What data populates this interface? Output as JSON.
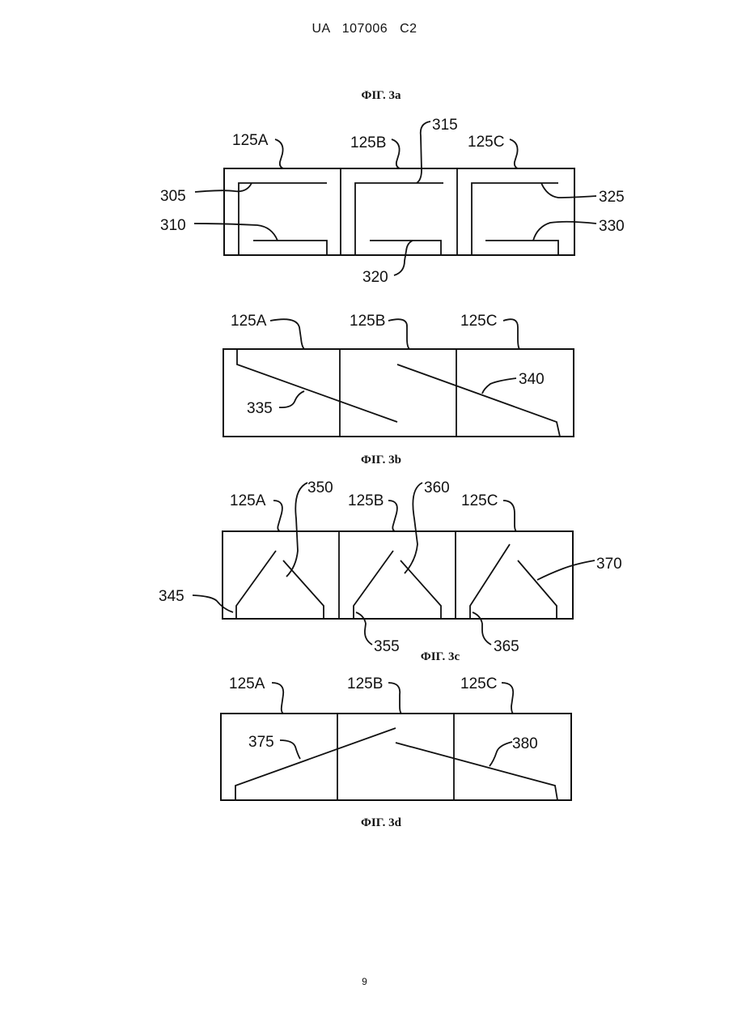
{
  "header": "UA 107006 C2",
  "page_number": "9",
  "figures": {
    "f3a": {
      "caption": "ФІГ. 3a",
      "labels": [
        "125A",
        "125B",
        "125C",
        "315",
        "305",
        "310",
        "325",
        "330",
        "320"
      ]
    },
    "f3b": {
      "caption": "ФІГ. 3b",
      "labels": [
        "125A",
        "125B",
        "125C",
        "340",
        "335"
      ]
    },
    "f3c": {
      "caption": "ФІГ. 3c",
      "labels": [
        "125A",
        "125B",
        "125C",
        "350",
        "360",
        "370",
        "345",
        "355",
        "365"
      ]
    },
    "f3d": {
      "caption": "ФІГ. 3d",
      "labels": [
        "125A",
        "125B",
        "125C",
        "375",
        "380"
      ]
    }
  }
}
